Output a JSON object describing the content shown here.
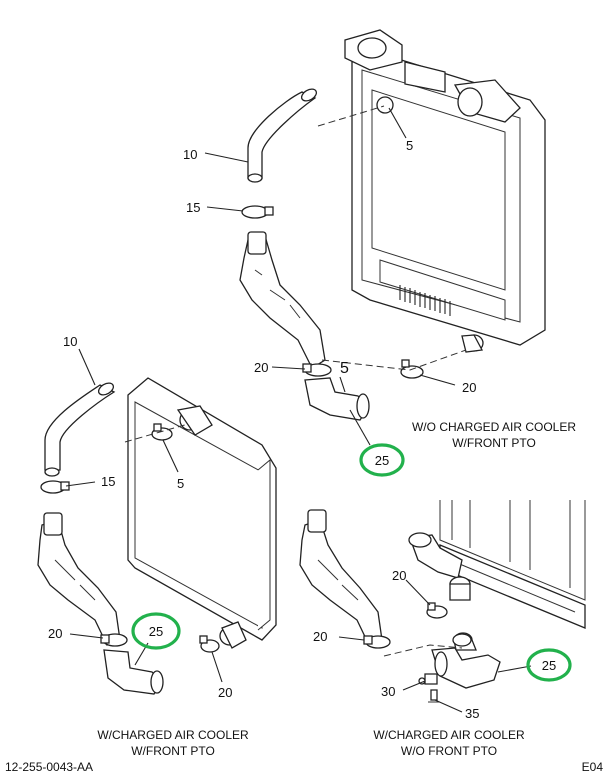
{
  "drawing": {
    "captions": {
      "top_right_1": "W/O CHARGED AIR COOLER",
      "top_right_2": "W/FRONT PTO",
      "bottom_left_1": "W/CHARGED AIR COOLER",
      "bottom_left_2": "W/FRONT PTO",
      "bottom_right_1": "W/CHARGED AIR COOLER",
      "bottom_right_2": "W/O FRONT PTO"
    },
    "callouts": {
      "top_10": "10",
      "top_15": "15",
      "top_5_clamp": "5",
      "top_20_left": "20",
      "top_5_hose": "5",
      "top_20_right": "20",
      "top_25": "25",
      "bl_10": "10",
      "bl_15": "15",
      "bl_5": "5",
      "bl_20_left": "20",
      "bl_25": "25",
      "bl_20_bottom": "20",
      "br_20_upper": "20",
      "br_20_left": "20",
      "br_25": "25",
      "br_30": "30",
      "br_35": "35"
    },
    "drawing_number": "12-255-0043-AA",
    "sheet_code": "E04",
    "highlight_color": "#22b14c"
  }
}
